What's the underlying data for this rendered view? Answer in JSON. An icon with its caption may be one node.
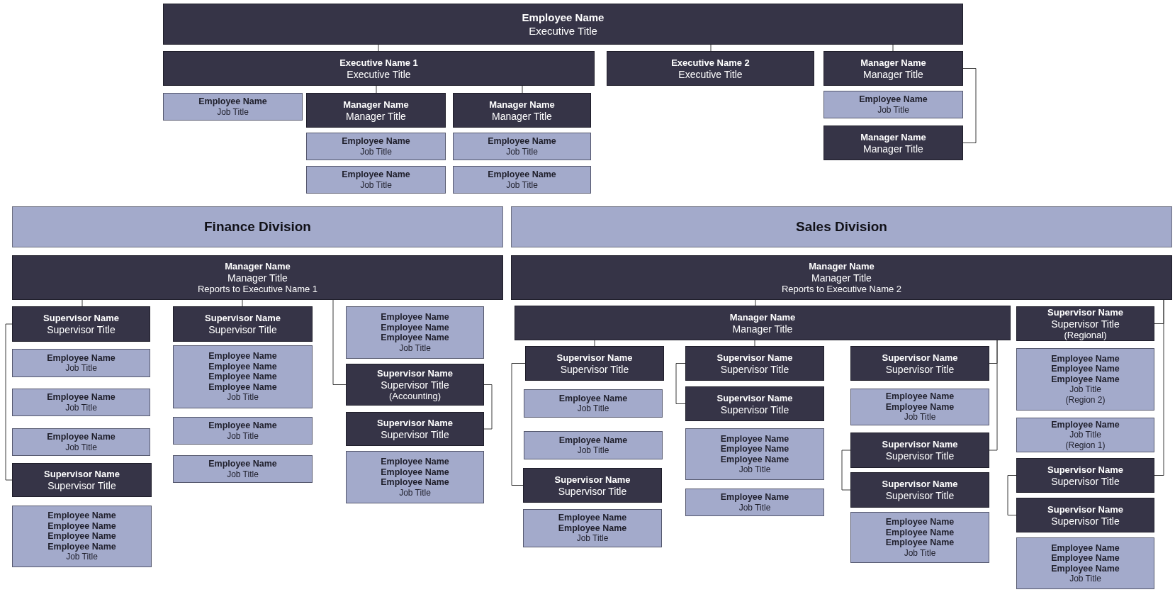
{
  "diagram": {
    "nodes": [
      {
        "text": [
          "Employee Name",
          "Executive Title"
        ]
      },
      {
        "text": [
          "Executive Name 1",
          "Executive Title"
        ]
      },
      {
        "text": [
          "Executive Name 2",
          "Executive Title"
        ]
      },
      {
        "text": [
          "Manager Name",
          "Manager Title"
        ]
      },
      {
        "text": [
          "Employee Name",
          "Job Title"
        ]
      },
      {
        "text": [
          "Manager Name",
          "Manager Title"
        ]
      },
      {
        "text": [
          "Manager Name",
          "Manager Title"
        ]
      },
      {
        "text": [
          "Employee Name",
          "Job Title"
        ]
      },
      {
        "text": [
          "Manager Name",
          "Manager Title"
        ]
      },
      {
        "text": [
          "Employee Name",
          "Job Title"
        ]
      },
      {
        "text": [
          "Employee Name",
          "Job Title"
        ]
      },
      {
        "text": [
          "Employee Name",
          "Job Title"
        ]
      },
      {
        "text": [
          "Employee Name",
          "Job Title"
        ]
      },
      {
        "text": [
          "Finance Division"
        ]
      },
      {
        "text": [
          "Sales Division"
        ]
      },
      {
        "text": [
          "Manager Name",
          "Manager Title",
          "Reports to Executive Name 1"
        ]
      },
      {
        "text": [
          "Manager Name",
          "Manager Title",
          "Reports to Executive Name 2"
        ]
      },
      {
        "text": [
          "Supervisor Name",
          "Supervisor Title"
        ]
      },
      {
        "text": [
          "Employee Name",
          "Job Title"
        ]
      },
      {
        "text": [
          "Employee Name",
          "Job Title"
        ]
      },
      {
        "text": [
          "Employee Name",
          "Job Title"
        ]
      },
      {
        "text": [
          "Supervisor Name",
          "Supervisor Title"
        ]
      },
      {
        "text": [
          "Employee Name",
          "Employee Name",
          "Employee Name",
          "Employee Name",
          "Job Title"
        ]
      },
      {
        "text": [
          "Supervisor Name",
          "Supervisor Title"
        ]
      },
      {
        "text": [
          "Employee Name",
          "Employee Name",
          "Employee Name",
          "Employee Name",
          "Job Title"
        ]
      },
      {
        "text": [
          "Employee Name",
          "Job Title"
        ]
      },
      {
        "text": [
          "Employee Name",
          "Job Title"
        ]
      },
      {
        "text": [
          "Employee Name",
          "Employee Name",
          "Employee Name",
          "Job Title"
        ]
      },
      {
        "text": [
          "Supervisor Name",
          "Supervisor Title",
          "(Accounting)"
        ]
      },
      {
        "text": [
          "Supervisor Name",
          "Supervisor Title"
        ]
      },
      {
        "text": [
          "Employee Name",
          "Employee Name",
          "Employee Name",
          "Job Title"
        ]
      },
      {
        "text": [
          "Manager Name",
          "Manager Title"
        ]
      },
      {
        "text": [
          "Supervisor Name",
          "Supervisor Title"
        ]
      },
      {
        "text": [
          "Employee Name",
          "Job Title"
        ]
      },
      {
        "text": [
          "Employee Name",
          "Job Title"
        ]
      },
      {
        "text": [
          "Supervisor Name",
          "Supervisor Title"
        ]
      },
      {
        "text": [
          "Employee Name",
          "Employee Name",
          "Job Title"
        ]
      },
      {
        "text": [
          "Supervisor Name",
          "Supervisor Title"
        ]
      },
      {
        "text": [
          "Supervisor Name",
          "Supervisor Title"
        ]
      },
      {
        "text": [
          "Employee Name",
          "Employee Name",
          "Employee Name",
          "Job Title"
        ]
      },
      {
        "text": [
          "Employee Name",
          "Job Title"
        ]
      },
      {
        "text": [
          "Supervisor Name",
          "Supervisor Title"
        ]
      },
      {
        "text": [
          "Employee Name",
          "Employee Name",
          "Job Title"
        ]
      },
      {
        "text": [
          "Supervisor Name",
          "Supervisor Title"
        ]
      },
      {
        "text": [
          "Supervisor Name",
          "Supervisor Title"
        ]
      },
      {
        "text": [
          "Employee Name",
          "Employee Name",
          "Employee Name",
          "Job Title"
        ]
      },
      {
        "text": [
          "Supervisor Name",
          "Supervisor Title",
          "(Regional)"
        ]
      },
      {
        "text": [
          "Employee Name",
          "Employee Name",
          "Employee Name",
          "Job Title",
          "(Region 2)"
        ]
      },
      {
        "text": [
          "Employee Name",
          "Job Title",
          "(Region 1)"
        ]
      },
      {
        "text": [
          "Supervisor Name",
          "Supervisor Title"
        ]
      },
      {
        "text": [
          "Supervisor Name",
          "Supervisor Title"
        ]
      },
      {
        "text": [
          "Employee Name",
          "Employee Name",
          "Employee Name",
          "Job Title"
        ]
      }
    ],
    "edges": [
      {
        "from": 0,
        "to": 1,
        "arrow": "none"
      },
      {
        "from": 0,
        "to": 2,
        "arrow": "none"
      },
      {
        "from": 0,
        "to": 3,
        "arrow": "none"
      },
      {
        "from": 1,
        "to": 5,
        "arrow": "none"
      },
      {
        "from": 1,
        "to": 6,
        "arrow": "none"
      },
      {
        "from": 3,
        "to": 8,
        "arrow": "none"
      },
      {
        "from": 15,
        "to": 17,
        "arrow": "none"
      },
      {
        "from": 15,
        "to": 23,
        "arrow": "none"
      },
      {
        "from": 15,
        "to": 28,
        "arrow": "none"
      },
      {
        "from": 17,
        "to": 21,
        "arrow": "none"
      },
      {
        "from": 28,
        "to": 29,
        "arrow": "none"
      },
      {
        "from": 16,
        "to": 31,
        "arrow": "none"
      },
      {
        "from": 31,
        "to": 32,
        "arrow": "none"
      },
      {
        "from": 31,
        "to": 37,
        "arrow": "none"
      },
      {
        "from": 31,
        "to": 41,
        "arrow": "none"
      },
      {
        "from": 31,
        "to": 43,
        "arrow": "none"
      },
      {
        "from": 32,
        "to": 35,
        "arrow": "none"
      },
      {
        "from": 37,
        "to": 38,
        "arrow": "none"
      },
      {
        "from": 43,
        "to": 44,
        "arrow": "none"
      },
      {
        "from": 16,
        "to": 46,
        "arrow": "none"
      },
      {
        "from": 16,
        "to": 49,
        "arrow": "none"
      },
      {
        "from": 49,
        "to": 50,
        "arrow": "none"
      }
    ]
  }
}
